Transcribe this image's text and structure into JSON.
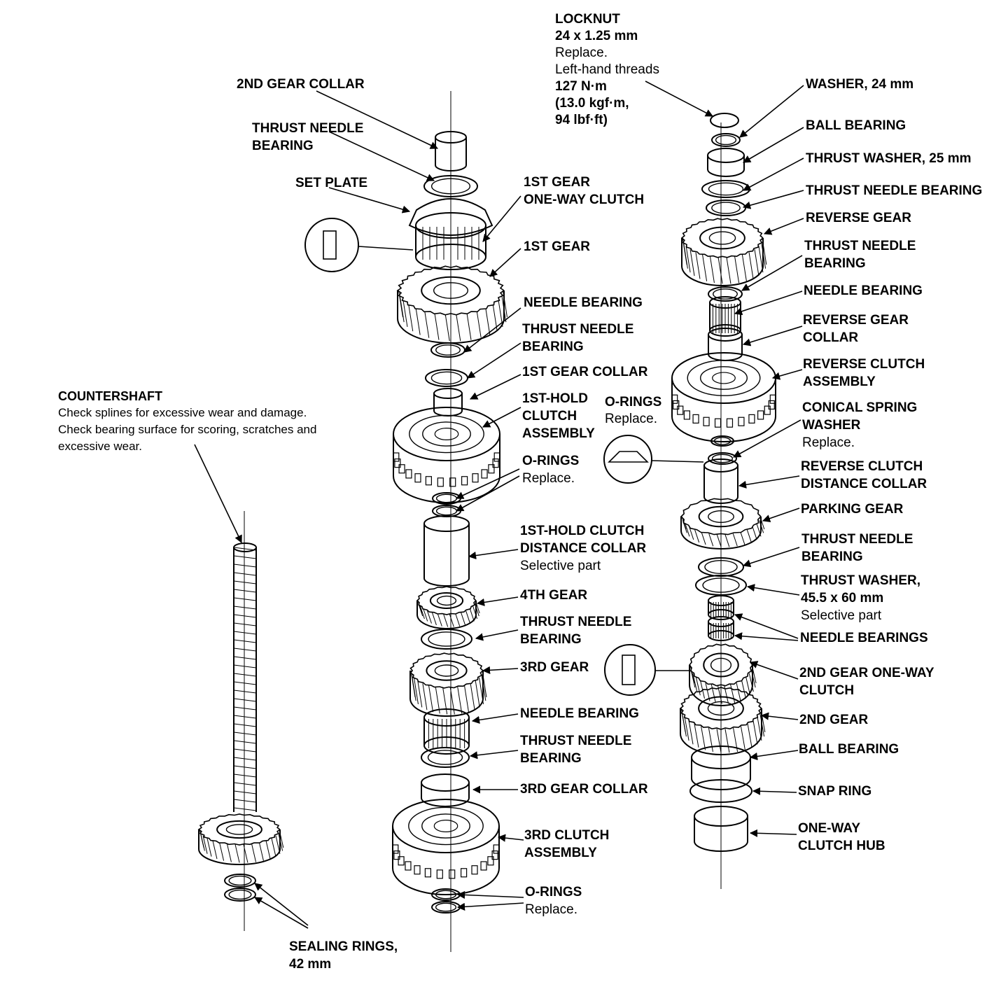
{
  "colors": {
    "ink": "#000000",
    "paper": "#ffffff"
  },
  "labels": {
    "locknut": {
      "lines": [
        "LOCKNUT",
        "24 x 1.25 mm"
      ],
      "notes": [
        "Replace.",
        "Left-hand threads"
      ],
      "torque": [
        "127 N·m",
        "(13.0 kgf·m,",
        "94 lbf·ft)"
      ]
    },
    "second_gear_collar": "2ND GEAR COLLAR",
    "thrust_needle_bearing_top": [
      "THRUST NEEDLE",
      "BEARING"
    ],
    "set_plate": "SET PLATE",
    "first_gear_one_way_clutch": [
      "1ST GEAR",
      "ONE-WAY CLUTCH"
    ],
    "first_gear": "1ST GEAR",
    "needle_bearing_1": "NEEDLE BEARING",
    "thrust_needle_bearing_1": [
      "THRUST NEEDLE",
      "BEARING"
    ],
    "first_gear_collar": "1ST GEAR COLLAR",
    "first_hold_clutch_assembly": [
      "1ST-HOLD",
      "CLUTCH",
      "ASSEMBLY"
    ],
    "o_rings_mid": {
      "title": "O-RINGS",
      "note": "Replace."
    },
    "o_rings_1sthold": {
      "title": "O-RINGS",
      "note": "Replace."
    },
    "first_hold_distance_collar": {
      "lines": [
        "1ST-HOLD CLUTCH",
        "DISTANCE COLLAR"
      ],
      "note": "Selective part"
    },
    "fourth_gear": "4TH GEAR",
    "thrust_needle_bearing_2": [
      "THRUST NEEDLE",
      "BEARING"
    ],
    "third_gear": "3RD GEAR",
    "needle_bearing_2": "NEEDLE BEARING",
    "thrust_needle_bearing_3": [
      "THRUST NEEDLE",
      "BEARING"
    ],
    "third_gear_collar": "3RD GEAR COLLAR",
    "third_clutch_assembly": [
      "3RD CLUTCH",
      "ASSEMBLY"
    ],
    "o_rings_bottom": {
      "title": "O-RINGS",
      "note": "Replace."
    },
    "countershaft": {
      "title": "COUNTERSHAFT",
      "notes": [
        "Check splines for excessive wear and damage.",
        "Check bearing surface for scoring, scratches and",
        "excessive wear."
      ]
    },
    "sealing_rings": [
      "SEALING RINGS,",
      "42 mm"
    ],
    "washer_24": "WASHER, 24 mm",
    "ball_bearing_top": "BALL BEARING",
    "thrust_washer_25": "THRUST WASHER, 25 mm",
    "thrust_needle_bearing_r1": "THRUST NEEDLE BEARING",
    "reverse_gear": "REVERSE GEAR",
    "thrust_needle_bearing_r2": [
      "THRUST NEEDLE",
      "BEARING"
    ],
    "needle_bearing_r": "NEEDLE BEARING",
    "reverse_gear_collar": [
      "REVERSE GEAR",
      "COLLAR"
    ],
    "reverse_clutch_assembly": [
      "REVERSE CLUTCH",
      "ASSEMBLY"
    ],
    "conical_spring_washer": {
      "lines": [
        "CONICAL SPRING",
        "WASHER"
      ],
      "note": "Replace."
    },
    "reverse_clutch_distance_collar": [
      "REVERSE CLUTCH",
      "DISTANCE COLLAR"
    ],
    "parking_gear": "PARKING GEAR",
    "thrust_needle_bearing_r3": [
      "THRUST NEEDLE",
      "BEARING"
    ],
    "thrust_washer_45": {
      "lines": [
        "THRUST WASHER,",
        "45.5 x 60 mm"
      ],
      "note": "Selective part"
    },
    "needle_bearings": "NEEDLE BEARINGS",
    "second_gear_one_way_clutch": [
      "2ND GEAR ONE-WAY",
      "CLUTCH"
    ],
    "second_gear": "2ND GEAR",
    "ball_bearing_bottom": "BALL BEARING",
    "snap_ring": "SNAP RING",
    "one_way_clutch_hub": [
      "ONE-WAY",
      "CLUTCH HUB"
    ]
  }
}
